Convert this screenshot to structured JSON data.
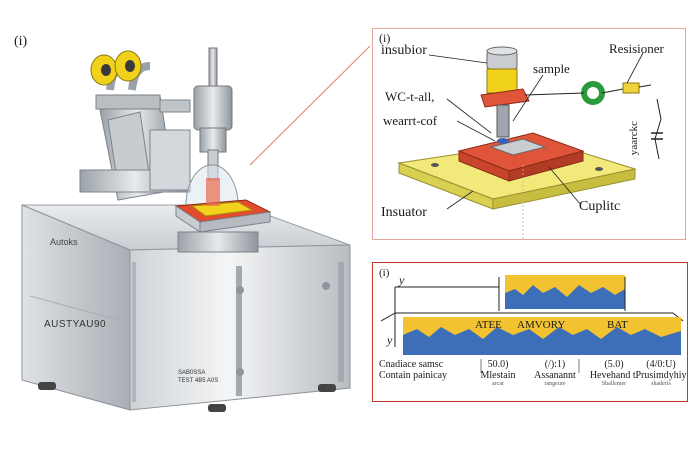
{
  "panel_a": {
    "label": "(i)",
    "machine_label_top": "Autoks",
    "machine_label_front": "AUSTYAU90",
    "machine_small_text_1": "SAB0SSA",
    "machine_small_text_2": "TEST 4B5 A0S"
  },
  "panel_b": {
    "label": "(i)",
    "callouts": {
      "insulator_top": "insubior",
      "sample": "sample",
      "resistor": "Resisioner",
      "wc_tall": "WC-t-all,",
      "wear_coef": "wearrt-cof",
      "insulator_bottom": "Insuator",
      "coupling": "Cuplitc",
      "vertical_note": "ɔʞɔɹɐɐʎ"
    }
  },
  "panel_c": {
    "label": "(i)",
    "y_axis_top": "y",
    "y_axis_bottom": "y",
    "bands": [
      "ATEE",
      "AMVORY",
      "BAT"
    ],
    "columns": [
      {
        "title": "Cnadiace samsc",
        "value": "Contain painicay",
        "sub": ""
      },
      {
        "title": "50.0)",
        "value": "Mlestain",
        "sub": "arcar"
      },
      {
        "title": "(/):1)",
        "value": "Assanannt",
        "sub": "rangeure"
      },
      {
        "title": "(5.0)",
        "value": "Hevehand t.",
        "sub": "Shallemer"
      },
      {
        "title": "(4/0:U)",
        "value": "Prusimdyhiy",
        "sub": "shaderis"
      }
    ],
    "colors": {
      "yellow": "#f2c230",
      "blue": "#3d6fb8",
      "frame": "#c0392b"
    }
  }
}
